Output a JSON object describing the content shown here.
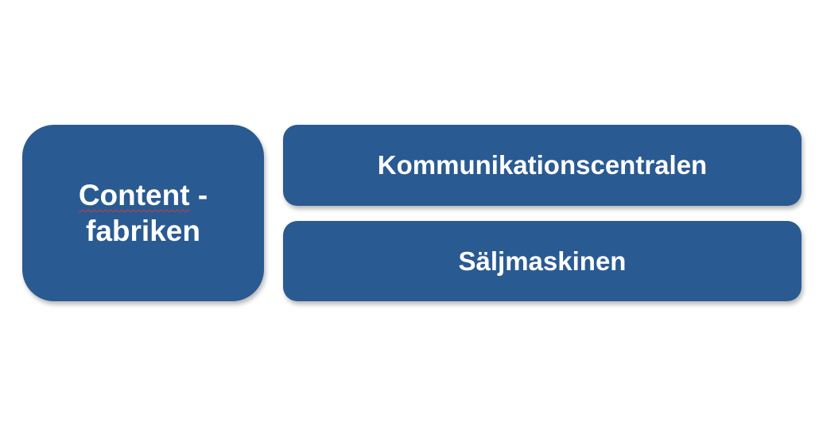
{
  "diagram": {
    "left_box": {
      "line1": "Content-",
      "line2": "fabriken"
    },
    "top_box": {
      "label": "Kommunikationscentralen"
    },
    "bottom_box": {
      "label": "Säljmaskinen"
    },
    "colors": {
      "box_fill": "#2a5a92",
      "text": "#ffffff",
      "spellcheck_underline": "#d23a3a"
    }
  }
}
